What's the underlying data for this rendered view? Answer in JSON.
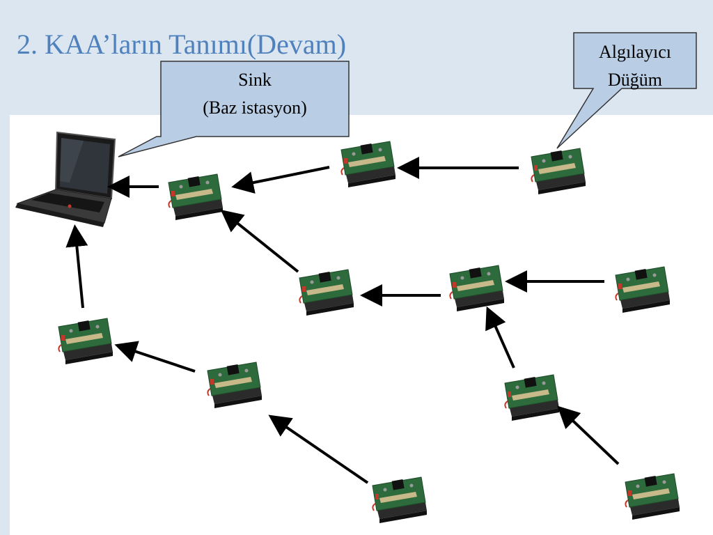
{
  "slide": {
    "title": "2. KAA’ların Tanımı(Devam)"
  },
  "callouts": {
    "sink": {
      "line1": "Sink",
      "line2": "(Baz istasyon)"
    },
    "sensor": {
      "line1": "Algılayıcı",
      "line2": "Düğüm"
    }
  },
  "icons": {
    "sink": "laptop-icon",
    "node": "sensor-board-icon"
  },
  "colors": {
    "title": "#4f81bd",
    "header_band": "#dce6f1",
    "callout_fill": "#b9cde5",
    "arrow": "#000000",
    "board": "#2e6b3c"
  }
}
